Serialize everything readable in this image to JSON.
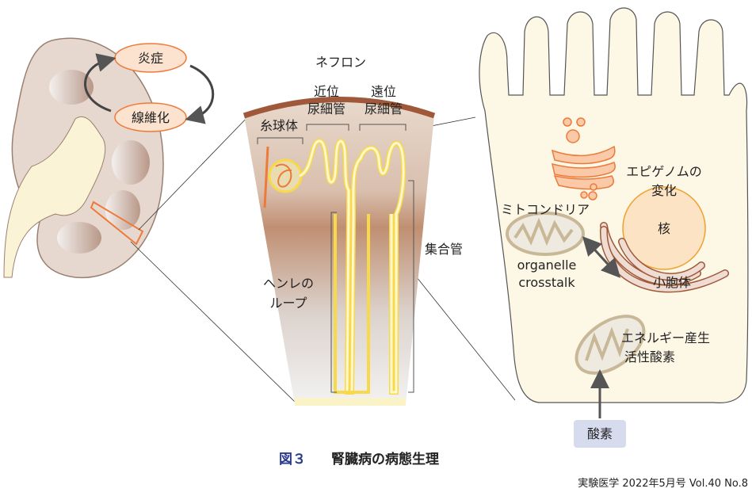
{
  "kidney": {
    "inflammation": "炎症",
    "fibrosis": "線維化"
  },
  "nephron": {
    "title": "ネフロン",
    "proximal_tubule": [
      "近位",
      "尿細管"
    ],
    "distal_tubule": [
      "遠位",
      "尿細管"
    ],
    "glomerulus": "糸球体",
    "collecting_duct": "集合管",
    "loop_of_henle": [
      "ヘンレの",
      "ループ"
    ]
  },
  "cell": {
    "epigenome": [
      "エピゲノムの",
      "変化"
    ],
    "mitochondria": "ミトコンドリア",
    "crosstalk": [
      "organelle",
      "crosstalk"
    ],
    "nucleus": "核",
    "er": "小胞体",
    "energy": [
      "エネルギー産生",
      "活性酸素"
    ],
    "oxygen": "酸素"
  },
  "caption": {
    "figure_no": "図３",
    "title": "腎臓病の病態生理"
  },
  "footer": "実験医学 2022年5月号 Vol.40 No.8",
  "colors": {
    "accent_orange": "#ee7a3a",
    "caption_blue": "#2a3a8c",
    "tubule_yellow": "#f8d94a"
  }
}
